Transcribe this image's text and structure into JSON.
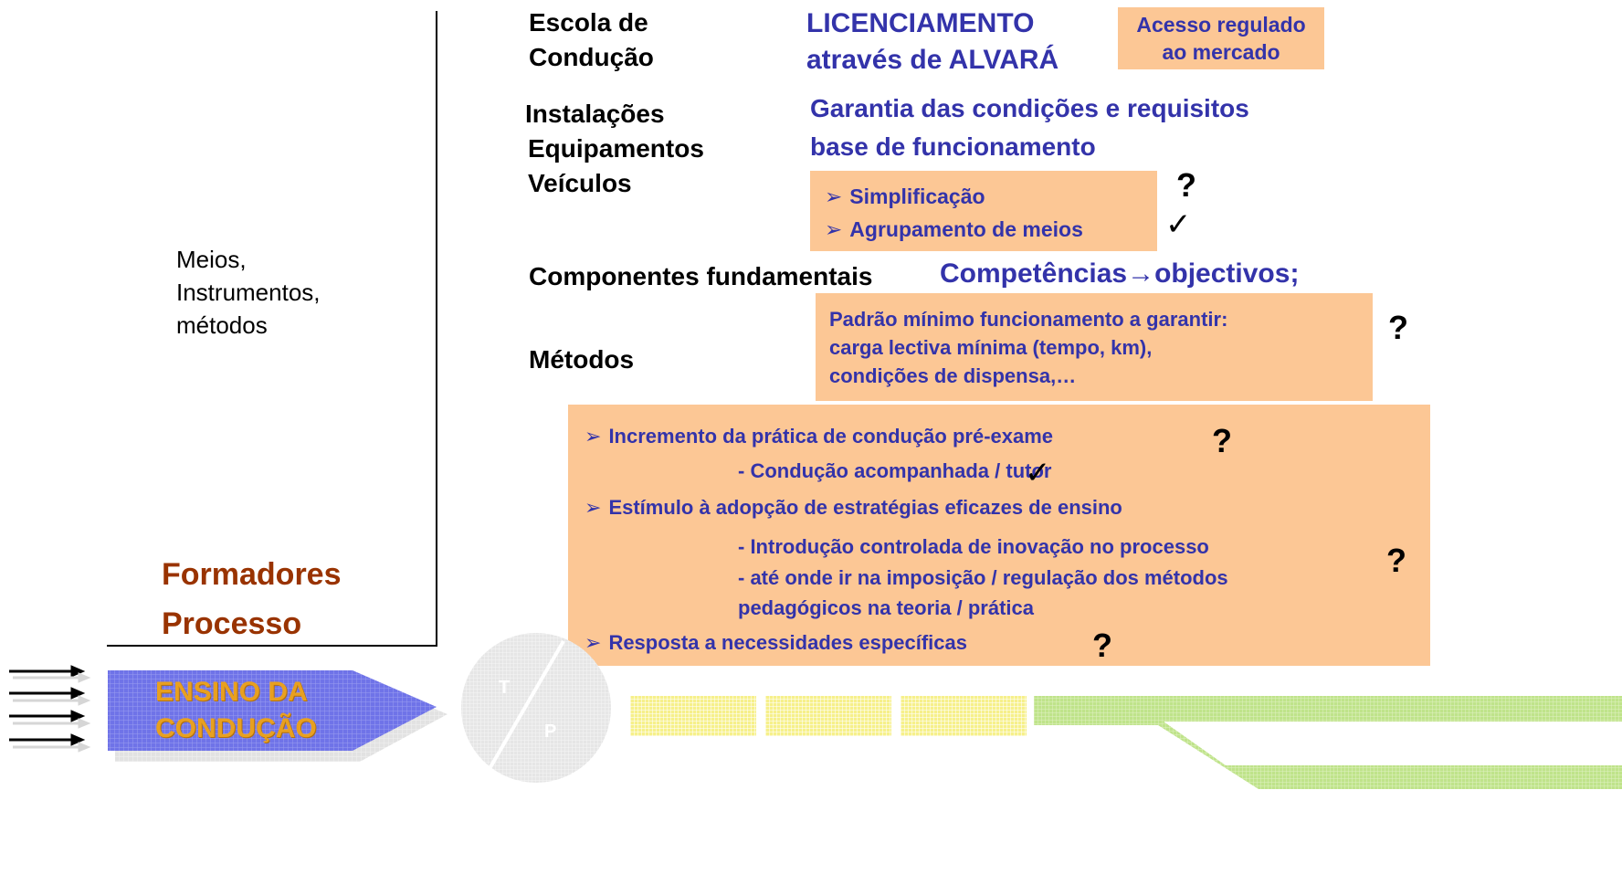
{
  "left": {
    "meios": [
      "Meios,",
      "Instrumentos,",
      "métodos"
    ],
    "formadores": "Formadores",
    "processo": "Processo"
  },
  "header": {
    "escola_line1": "Escola de",
    "escola_line2": "Condução",
    "licenciamento_line1": "LICENCIAMENTO",
    "licenciamento_line2": "através de ALVARÁ",
    "acesso_line1": "Acesso regulado",
    "acesso_line2": "ao mercado"
  },
  "resources": {
    "instalacoes": "Instalações",
    "equipamentos": "Equipamentos",
    "veiculos": "Veículos",
    "garantia_line1": "Garantia das condições e requisitos",
    "garantia_line2": "base de funcionamento",
    "simplificacao": "Simplificação",
    "agrupamento": "Agrupamento de meios",
    "q1": "?",
    "check1": "✓"
  },
  "components": {
    "label": "Componentes fundamentais",
    "competencias": "Competências→objectivos;",
    "metodos": "Métodos",
    "padrao_line1": "Padrão mínimo funcionamento a garantir:",
    "padrao_line2": "carga lectiva mínima (tempo,  km),",
    "padrao_line3": "condições de dispensa,…",
    "q2": "?"
  },
  "process_box": {
    "item1": "Incremento da prática de condução pré-exame",
    "item1_sub": "- Condução acompanhada / tutor",
    "item2": "Estímulo à adopção de estratégias eficazes de ensino",
    "item2_sub1": "- Introdução controlada de inovação no processo",
    "item2_sub2": "- até onde ir na imposição / regulação dos métodos",
    "item2_sub3": "pedagógicos na teoria / prática",
    "item3": "Resposta a necessidades específicas",
    "q3": "?",
    "q4": "?",
    "q5": "?",
    "check2": "✓"
  },
  "bottom": {
    "ensino_line1": "ENSINO DA",
    "ensino_line2": "CONDUÇÃO",
    "circle_t": "T",
    "circle_p": "P"
  },
  "colors": {
    "box_fill": "#fcc795",
    "blue_text": "#3333aa",
    "brown_text": "#993300",
    "arrow_blue": "#6f73e8",
    "yellow_strip": "#f6f08a",
    "green_strip": "#bfe38a"
  }
}
